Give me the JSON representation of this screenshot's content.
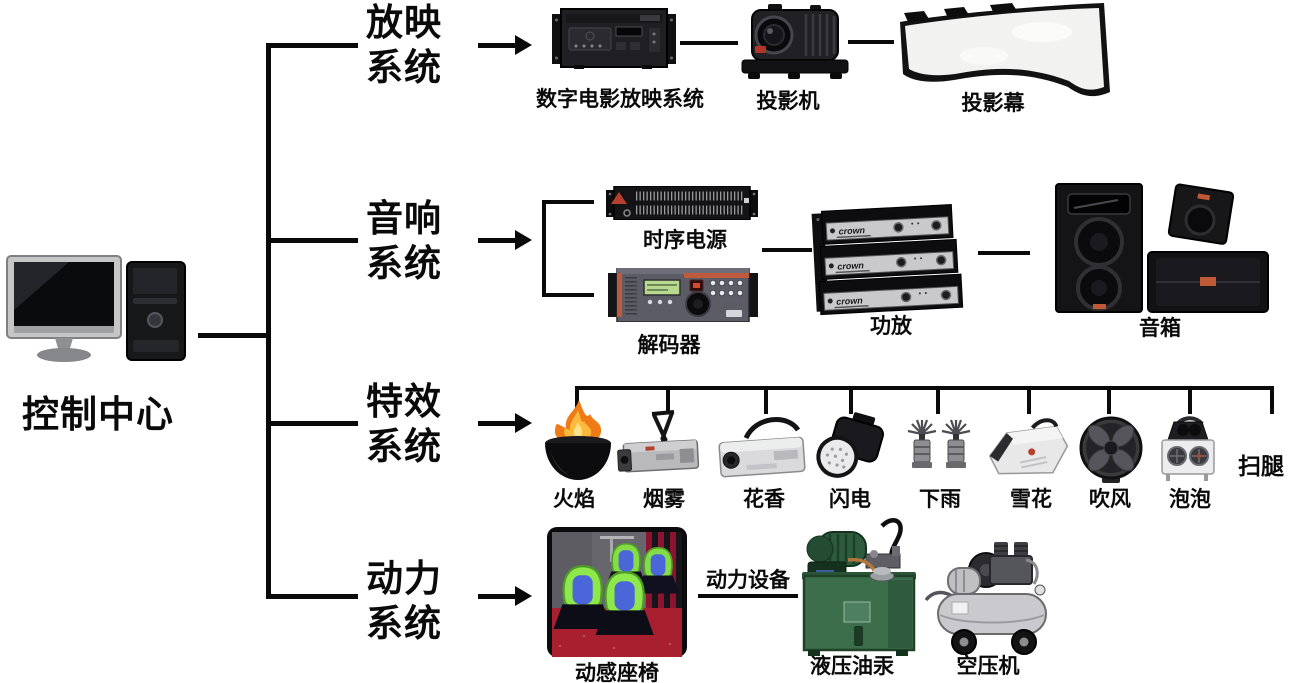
{
  "root_label": "控制中心",
  "branches": {
    "projection": {
      "line1": "放映",
      "line2": "系统"
    },
    "audio": {
      "line1": "音响",
      "line2": "系统"
    },
    "effects": {
      "line1": "特效",
      "line2": "系统"
    },
    "motion": {
      "line1": "动力",
      "line2": "系统"
    }
  },
  "projection_chain": {
    "player": "数字电影放映系统",
    "projector": "投影机",
    "screen": "投影幕"
  },
  "audio_chain": {
    "sequencer": "时序电源",
    "decoder": "解码器",
    "amplifier": "功放",
    "amplifier_brand": "crown",
    "speakers": "音箱"
  },
  "effects_chain": {
    "flame": "火焰",
    "smoke": "烟雾",
    "fragrance": "花香",
    "lightning": "闪电",
    "rain": "下雨",
    "snow": "雪花",
    "wind": "吹风",
    "bubble": "泡泡",
    "leg_sweep": "扫腿"
  },
  "motion_chain": {
    "seats": "动感座椅",
    "power_equipment": "动力设备",
    "hydraulic_pump": "液压油汞",
    "air_compressor": "空压机"
  },
  "colors": {
    "background": "#ffffff",
    "line": "#0a0a0a",
    "text": "#0a0a0a",
    "flame_orange": "#ee7b16",
    "accent_orange": "#c05a36",
    "lcd_green": "#b8d88e",
    "seat_green": "#84dc46",
    "seat_blue": "#4a66d8",
    "carpet_red": "#a82030",
    "hydraulic_green": "#3c6e4c"
  }
}
